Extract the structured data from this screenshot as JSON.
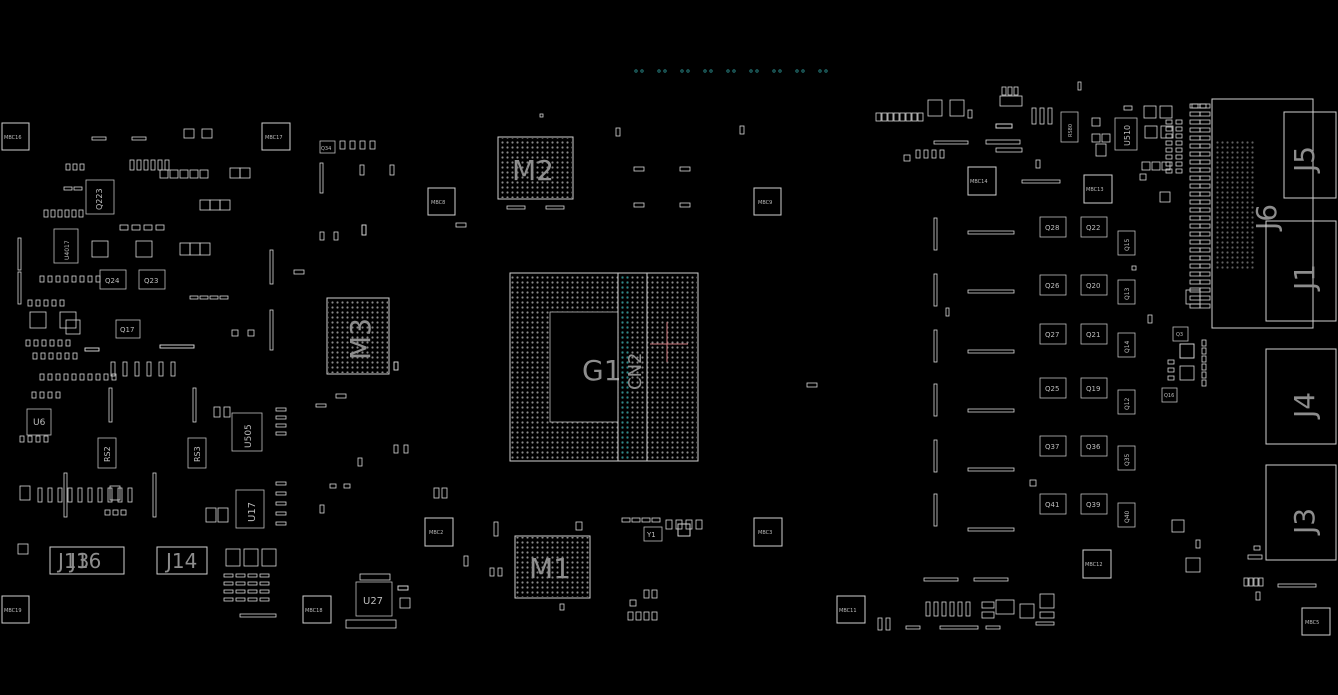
{
  "accent_color": "#2a8a8a",
  "outline_color": "#cfcfcf",
  "label_color": "#8d8d8d",
  "bga": {
    "m2": "M2",
    "m3": "M3",
    "m1": "M1",
    "g1": "G1",
    "cn2": "CN2"
  },
  "connectors": {
    "j5": "J5",
    "j6": "J6",
    "j1": "J1",
    "j4": "J4",
    "j3": "J3",
    "j13": "J13",
    "j16": "J16",
    "j14": "J14"
  },
  "parts": {
    "q223": "Q223",
    "u4017": "U4017",
    "q24": "Q24",
    "q23": "Q23",
    "q17": "Q17",
    "u6": "U6",
    "rs2": "RS2",
    "rs3": "RS3",
    "u505": "U505",
    "u17": "U17",
    "u27": "U27",
    "q34": "Q34",
    "y1": "Y1",
    "u510": "U510",
    "rs80": "RS80",
    "q28": "Q28",
    "q22": "Q22",
    "q15": "Q15",
    "q26": "Q26",
    "q20": "Q20",
    "q13": "Q13",
    "q27": "Q27",
    "q21": "Q21",
    "q14": "Q14",
    "q25": "Q25",
    "q19": "Q19",
    "q12": "Q12",
    "q37": "Q37",
    "q36": "Q36",
    "q35": "Q35",
    "q41": "Q41",
    "q39": "Q39",
    "q40": "Q40",
    "q16": "Q16",
    "q3": "Q3"
  },
  "holes": {
    "mbc16": "MBC16",
    "mbc17": "MBC17",
    "mbc8": "MBC8",
    "mbc9": "MBC9",
    "mbc14": "MBC14",
    "mbc13": "MBC13",
    "mbc2": "MBC2",
    "mbc3": "MBC3",
    "mbc19": "MBC19",
    "mbc18": "MBC18",
    "mbc11": "MBC11",
    "mbc12": "MBC12",
    "mbc5": "MBC5"
  }
}
